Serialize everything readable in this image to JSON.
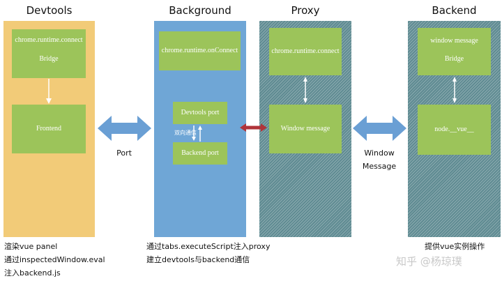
{
  "columns": {
    "devtools": {
      "title": "Devtools",
      "box1_line1": "chrome.runtime.connect",
      "box1_line2": "Bridge",
      "box2": "Frontend",
      "notes": [
        "渲染vue panel",
        "通过inspectedWindow.eval",
        "注入backend.js"
      ]
    },
    "background": {
      "title": "Background",
      "box1": "chrome.runtime.onConnect",
      "devtools_port": "Devtools port",
      "bidirectional_label": "双向通信",
      "backend_port": "Backend port",
      "notes": [
        "通过tabs.executeScript注入proxy",
        "建立devtools与backend通信"
      ]
    },
    "proxy": {
      "title": "Proxy",
      "box1": "chrome.runtime.connect",
      "box2": "Window message"
    },
    "backend": {
      "title": "Backend",
      "box1_line1": "window message",
      "box1_line2": "Bridge",
      "box2": "node.__vue__",
      "notes": [
        "提供vue实例操作"
      ]
    }
  },
  "connectors": {
    "port_label": "Port",
    "window_message_label_line1": "Window",
    "window_message_label_line2": "Message"
  },
  "watermark": "知乎 @杨琼璞",
  "colors": {
    "devtools_bg": "#f2cb78",
    "background_bg": "#6fa6d6",
    "hatched_bg": "#5f8b92",
    "box_green": "#9cc45a",
    "big_arrow_blue": "#6a9fd4",
    "small_arrow_red": "#b0343a"
  }
}
